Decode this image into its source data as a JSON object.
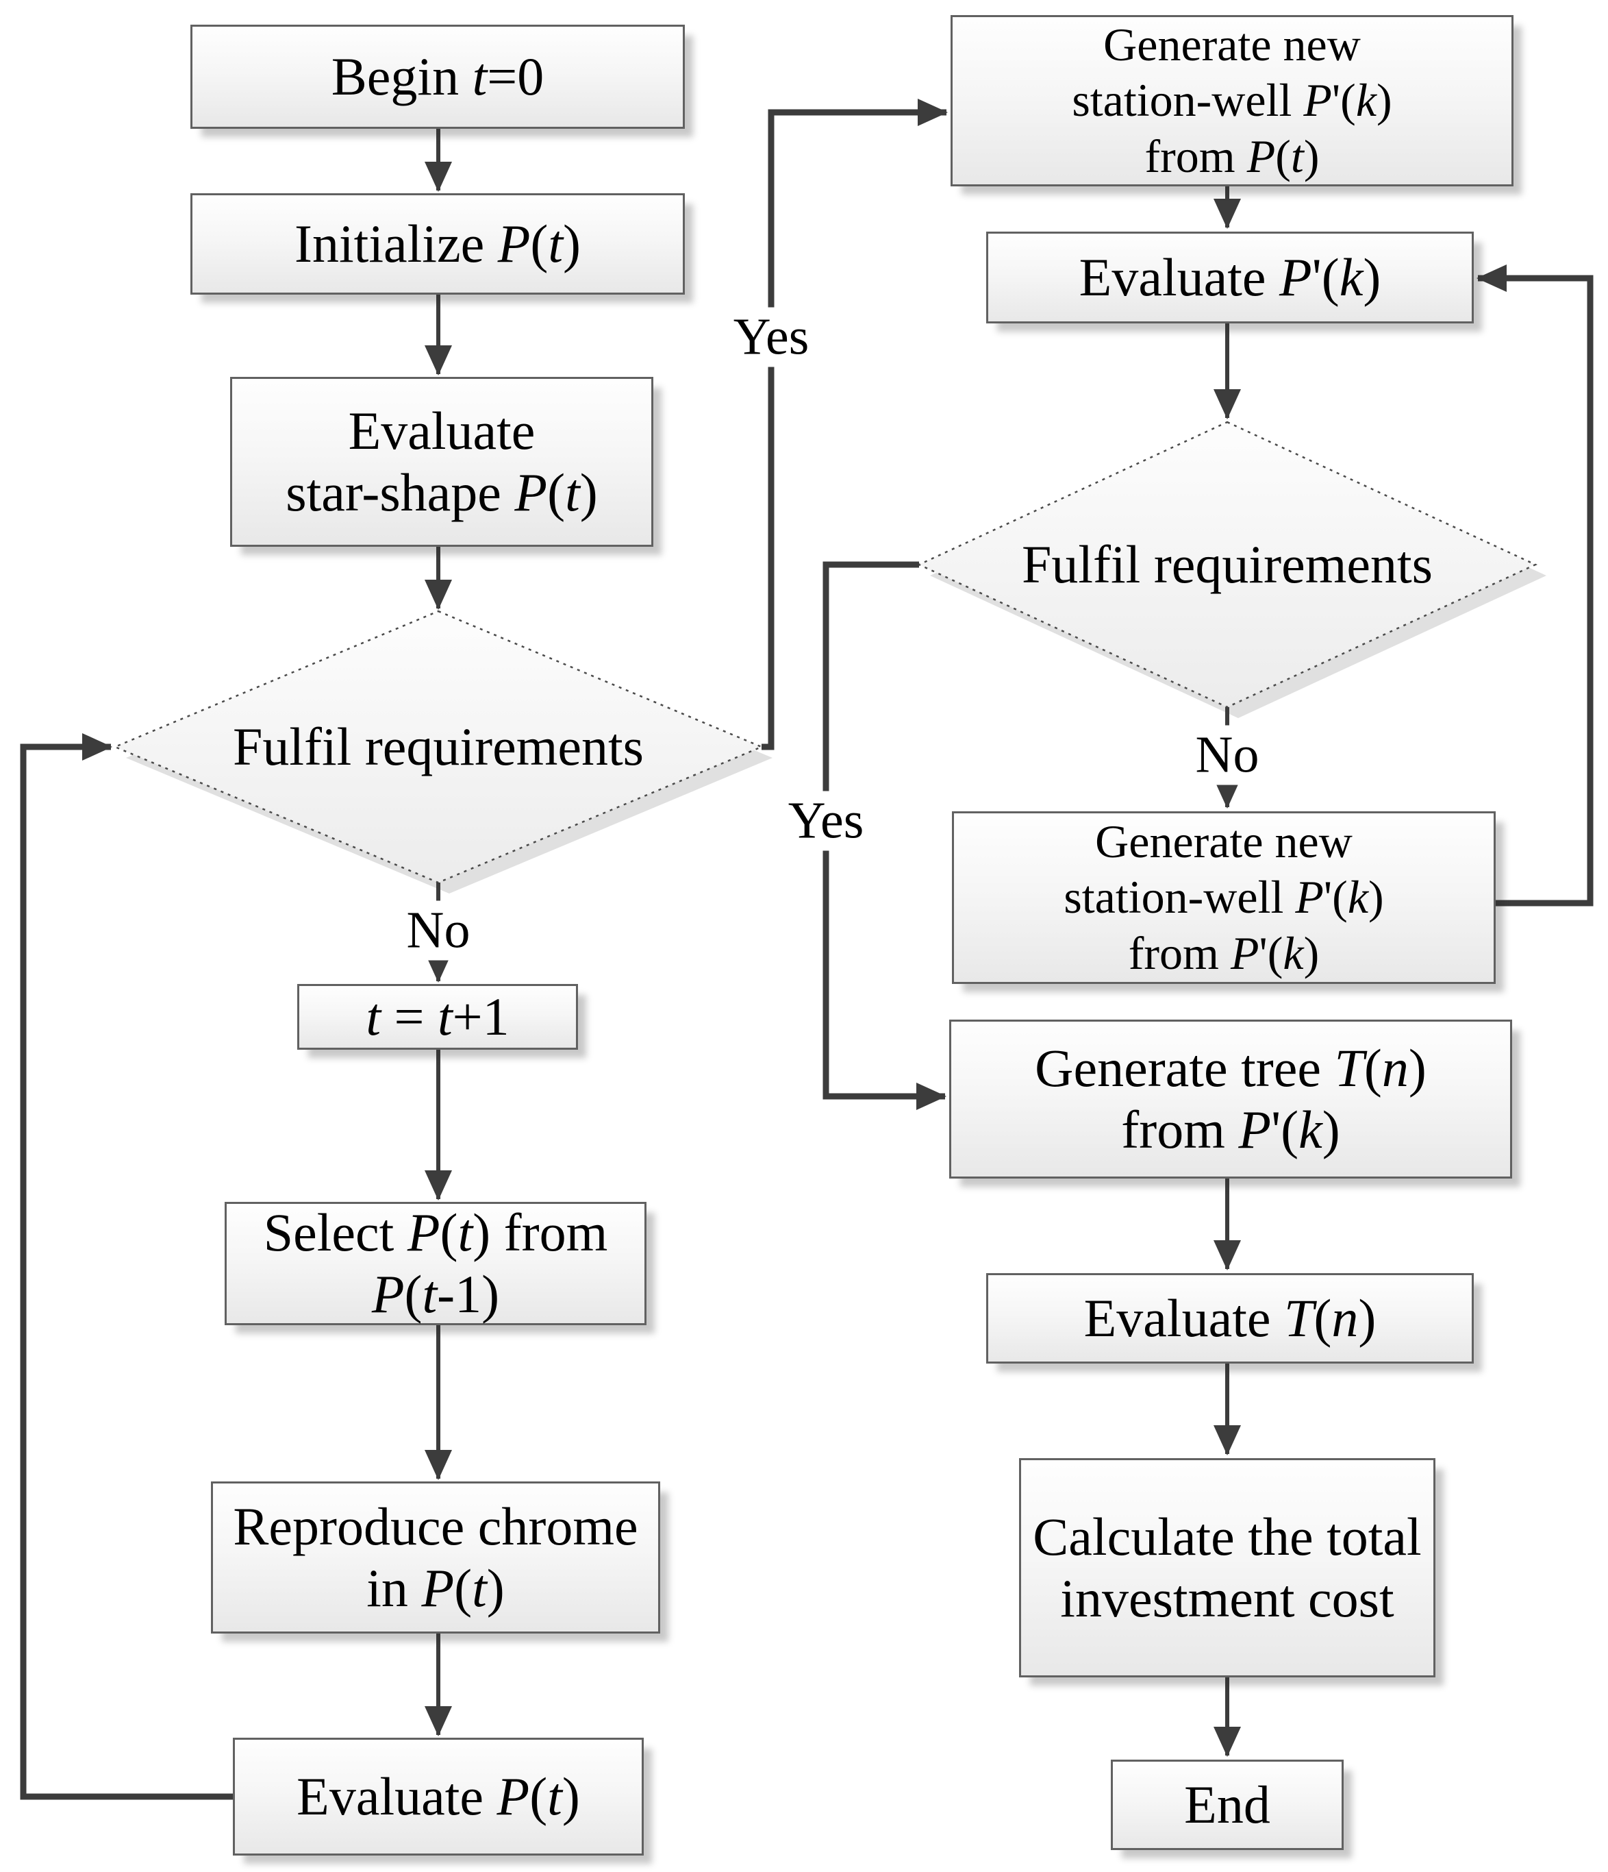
{
  "diagram": {
    "type": "flowchart",
    "background_color": "#ffffff",
    "line_color": "#3c3c3c",
    "node_border_color": "#616161",
    "node_fill_top": "#fefefe",
    "node_fill_bottom": "#e8e8e8",
    "decision_border_style": "dotted"
  },
  "nodes": {
    "begin": {
      "lines": [
        [
          {
            "t": "Begin "
          },
          {
            "t": "t",
            "i": 1
          },
          {
            "t": "=0"
          }
        ]
      ]
    },
    "initialize": {
      "lines": [
        [
          {
            "t": "Initialize "
          },
          {
            "t": "P",
            "i": 1
          },
          {
            "t": "("
          },
          {
            "t": "t",
            "i": 1
          },
          {
            "t": ")"
          }
        ]
      ]
    },
    "evaluate_star_shape": {
      "lines": [
        [
          {
            "t": "Evaluate"
          }
        ],
        [
          {
            "t": "star-shape "
          },
          {
            "t": "P",
            "i": 1
          },
          {
            "t": "("
          },
          {
            "t": "t",
            "i": 1
          },
          {
            "t": ")"
          }
        ]
      ]
    },
    "fulfil_left": {
      "lines": [
        [
          {
            "t": "Fulfil requirements"
          }
        ]
      ]
    },
    "t_increment": {
      "lines": [
        [
          {
            "t": "t",
            "i": 1
          },
          {
            "t": " = "
          },
          {
            "t": "t",
            "i": 1
          },
          {
            "t": "+1"
          }
        ]
      ]
    },
    "select": {
      "lines": [
        [
          {
            "t": "Select "
          },
          {
            "t": "P",
            "i": 1
          },
          {
            "t": "("
          },
          {
            "t": "t",
            "i": 1
          },
          {
            "t": ") from"
          }
        ],
        [
          {
            "t": "P",
            "i": 1
          },
          {
            "t": "("
          },
          {
            "t": "t",
            "i": 1
          },
          {
            "t": "-1)"
          }
        ]
      ]
    },
    "reproduce": {
      "lines": [
        [
          {
            "t": "Reproduce chrome"
          }
        ],
        [
          {
            "t": "in "
          },
          {
            "t": "P",
            "i": 1
          },
          {
            "t": "("
          },
          {
            "t": "t",
            "i": 1
          },
          {
            "t": ")"
          }
        ]
      ]
    },
    "evaluate_pt": {
      "lines": [
        [
          {
            "t": "Evaluate "
          },
          {
            "t": "P",
            "i": 1
          },
          {
            "t": "("
          },
          {
            "t": "t",
            "i": 1
          },
          {
            "t": ")"
          }
        ]
      ]
    },
    "generate_from_pt": {
      "lines": [
        [
          {
            "t": "Generate new"
          }
        ],
        [
          {
            "t": "station-well "
          },
          {
            "t": "P",
            "i": 1
          },
          {
            "t": "'("
          },
          {
            "t": "k",
            "i": 1
          },
          {
            "t": ")"
          }
        ],
        [
          {
            "t": "from "
          },
          {
            "t": "P",
            "i": 1
          },
          {
            "t": "("
          },
          {
            "t": "t",
            "i": 1
          },
          {
            "t": ")"
          }
        ]
      ]
    },
    "evaluate_pk": {
      "lines": [
        [
          {
            "t": "Evaluate "
          },
          {
            "t": "P",
            "i": 1
          },
          {
            "t": "'("
          },
          {
            "t": "k",
            "i": 1
          },
          {
            "t": ")"
          }
        ]
      ]
    },
    "fulfil_right": {
      "lines": [
        [
          {
            "t": "Fulfil requirements"
          }
        ]
      ]
    },
    "generate_from_pk": {
      "lines": [
        [
          {
            "t": "Generate new"
          }
        ],
        [
          {
            "t": "station-well "
          },
          {
            "t": "P",
            "i": 1
          },
          {
            "t": "'("
          },
          {
            "t": "k",
            "i": 1
          },
          {
            "t": ")"
          }
        ],
        [
          {
            "t": "from "
          },
          {
            "t": "P",
            "i": 1
          },
          {
            "t": "'("
          },
          {
            "t": "k",
            "i": 1
          },
          {
            "t": ")"
          }
        ]
      ]
    },
    "generate_tree": {
      "lines": [
        [
          {
            "t": "Generate tree "
          },
          {
            "t": "T",
            "i": 1
          },
          {
            "t": "("
          },
          {
            "t": "n",
            "i": 1
          },
          {
            "t": ")"
          }
        ],
        [
          {
            "t": "from "
          },
          {
            "t": "P",
            "i": 1
          },
          {
            "t": "'("
          },
          {
            "t": "k",
            "i": 1
          },
          {
            "t": ")"
          }
        ]
      ]
    },
    "evaluate_tn": {
      "lines": [
        [
          {
            "t": "Evaluate "
          },
          {
            "t": "T",
            "i": 1
          },
          {
            "t": "("
          },
          {
            "t": "n",
            "i": 1
          },
          {
            "t": ")"
          }
        ]
      ]
    },
    "calculate_cost": {
      "lines": [
        [
          {
            "t": "Calculate the total"
          }
        ],
        [
          {
            "t": "investment cost"
          }
        ]
      ]
    },
    "end": {
      "lines": [
        [
          {
            "t": "End"
          }
        ]
      ]
    }
  },
  "edge_labels": {
    "no_left": "No",
    "yes_left": "Yes",
    "no_right": "No",
    "yes_right": "Yes"
  }
}
